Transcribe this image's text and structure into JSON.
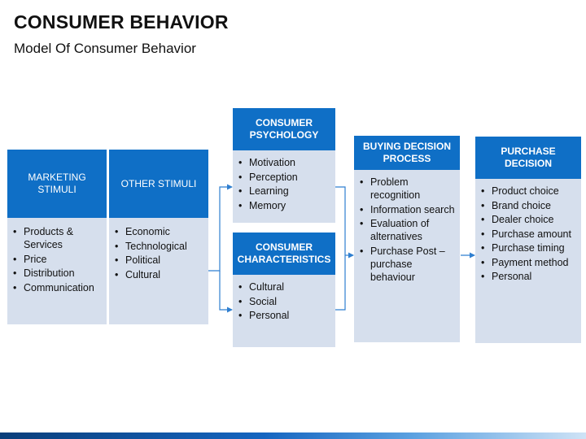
{
  "header": {
    "title": "CONSUMER BEHAVIOR",
    "subtitle": "Model Of Consumer Behavior"
  },
  "boxes": {
    "marketing": {
      "title": "MARKETING STIMULI",
      "items": [
        "Products & Services",
        "Price",
        "Distribution",
        "Communication"
      ]
    },
    "other": {
      "title": "OTHER STIMULI",
      "items": [
        "Economic",
        "Technological",
        "Political",
        "Cultural"
      ]
    },
    "psychology": {
      "title": "CONSUMER PSYCHOLOGY",
      "items": [
        "Motivation",
        "Perception",
        "Learning",
        "Memory"
      ]
    },
    "characteristics": {
      "title": "CONSUMER CHARACTERISTICS",
      "items": [
        "Cultural",
        "Social",
        "Personal"
      ]
    },
    "buying": {
      "title": "BUYING DECISION PROCESS",
      "items": [
        "Problem recognition",
        "Information search",
        "Evaluation of alternatives",
        "Purchase Post – purchase behaviour"
      ]
    },
    "purchase": {
      "title": "PURCHASE DECISION",
      "items": [
        "Product choice",
        "Brand choice",
        "Dealer choice",
        "Purchase amount",
        "Purchase timing",
        "Payment method",
        "Personal"
      ]
    }
  },
  "colors": {
    "header_blue": "#0f6fc6",
    "body_blue": "#d6dfed",
    "connector": "#2f7fd0"
  }
}
